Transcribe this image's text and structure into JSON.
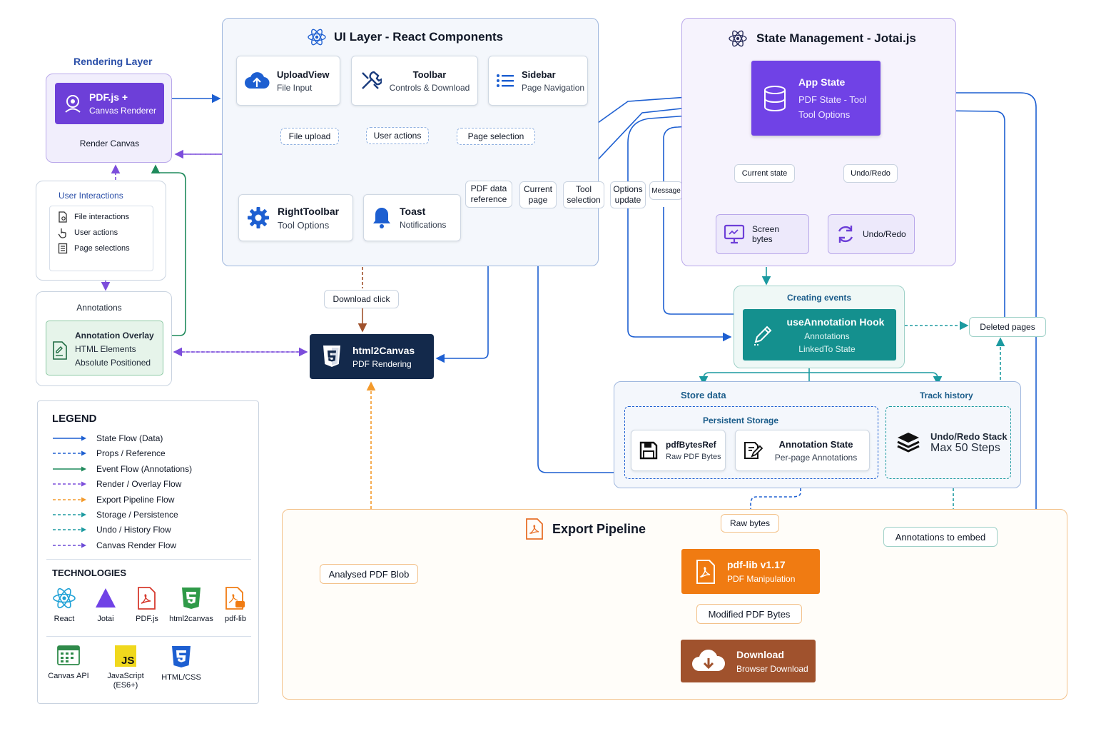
{
  "rendering": {
    "title": "Rendering Layer",
    "pdfjs_title": "PDF.js +",
    "pdfjs_sub": "Canvas Renderer",
    "render_canvas": "Render Canvas"
  },
  "user_interactions": {
    "title": "User Interactions",
    "items": [
      "File interactions",
      "User actions",
      "Page selections"
    ]
  },
  "annotations": {
    "title": "Annotations",
    "overlay_title": "Annotation Overlay",
    "overlay_line2": "HTML Elements",
    "overlay_line3": "Absolute Positioned"
  },
  "ui_layer": {
    "title": "UI Layer - React Components",
    "upload": {
      "title": "UploadView",
      "sub": "File Input"
    },
    "toolbar": {
      "title": "Toolbar",
      "sub": "Controls & Download"
    },
    "sidebar": {
      "title": "Sidebar",
      "sub": "Page Navigation"
    },
    "right_toolbar": {
      "title": "RightToolbar",
      "sub": "Tool Options"
    },
    "toast": {
      "title": "Toast",
      "sub": "Notifications"
    },
    "file_upload": "File upload",
    "user_actions": "User actions",
    "page_selection": "Page selection"
  },
  "connectors": {
    "pdf_data_reference": [
      "PDF data",
      "reference"
    ],
    "current_page": [
      "Current",
      "page"
    ],
    "tool_selection": [
      "Tool",
      "selection"
    ],
    "options_update": [
      "Options",
      "update"
    ],
    "message": "Message",
    "download_click": "Download click"
  },
  "html2canvas": {
    "title": "html2Canvas",
    "sub": "PDF Rendering"
  },
  "state": {
    "title": "State Management - Jotai.js",
    "app_title": "App State",
    "app_line2": "PDF State - Tool",
    "app_line3": "Tool Options",
    "current_state": "Current state",
    "undo_redo_label": "Undo/Redo",
    "screen_bytes": "Screen bytes",
    "undo_redo": "Undo/Redo"
  },
  "events": {
    "title": "Creating events",
    "hook_title": "useAnnotation Hook",
    "hook_line2": "Annotations",
    "hook_line3": "LinkedTo State",
    "deleted_pages": "Deleted pages"
  },
  "store": {
    "title": "Store data",
    "track_history": "Track history",
    "persistent": "Persistent Storage",
    "pdfbytes": {
      "title": "pdfBytesRef",
      "sub": "Raw PDF Bytes"
    },
    "annotation_state": {
      "title": "Annotation State",
      "sub": "Per-page Annotations"
    },
    "undo_stack": {
      "title": "Undo/Redo Stack",
      "sub": "Max 50 Steps"
    }
  },
  "export": {
    "title": "Export Pipeline",
    "raw_bytes": "Raw bytes",
    "annotations_to_embed": "Annotations to embed",
    "analysed_blob": "Analysed PDF Blob",
    "pdflib_title": "pdf-lib v1.17",
    "pdflib_sub": "PDF Manipulation",
    "modified_bytes": "Modified PDF Bytes",
    "download_title": "Download",
    "download_sub": "Browser Download"
  },
  "legend": {
    "title": "LEGEND",
    "items": [
      {
        "label": "State Flow (Data)",
        "color": "#1d5fd1",
        "dash": "none"
      },
      {
        "label": "Props / Reference",
        "color": "#1d5fd1",
        "dash": "dashed"
      },
      {
        "label": "Event Flow (Annotations)",
        "color": "#1f8a5b",
        "dash": "none"
      },
      {
        "label": "Render / Overlay Flow",
        "color": "#7c4ddb",
        "dash": "dashed"
      },
      {
        "label": "Export Pipeline Flow",
        "color": "#f39a2b",
        "dash": "dashed"
      },
      {
        "label": "Storage / Persistence",
        "color": "#1b9aa0",
        "dash": "dashed"
      },
      {
        "label": "Undo / History Flow",
        "color": "#1b9aa0",
        "dash": "dashed"
      },
      {
        "label": "Canvas Render Flow",
        "color": "#6b4ad6",
        "dash": "dashed"
      }
    ],
    "tech_title": "TECHNOLOGIES",
    "techs": [
      "React",
      "Jotai",
      "PDF.js",
      "html2canvas",
      "pdf-lib",
      "Canvas API",
      "JavaScript (ES6+)",
      "HTML/CSS"
    ]
  },
  "colors": {
    "blue": "#1d5fd1",
    "purple": "#7c4ddb",
    "green": "#1f8a5b",
    "orange": "#f39a2b",
    "teal": "#1b9aa0",
    "app_state": "#7042e6",
    "hook": "#14908e",
    "pdflib": "#f07b12",
    "download": "#a0522d",
    "html2canvas": "#13294b"
  }
}
